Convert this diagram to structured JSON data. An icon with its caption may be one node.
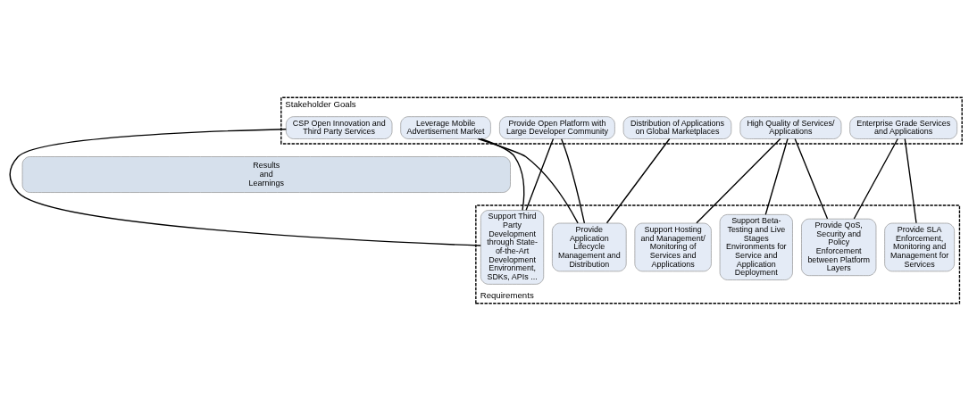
{
  "diagram": {
    "nodes": [
      {
        "text": [
          "Stakeholder Goals"
        ]
      },
      {
        "text": [
          "CSP Open Innovation and Third Party Services"
        ],
        "in": 0
      },
      {
        "text": [
          "Leverage Mobile Advertisement Market"
        ],
        "in": 0
      },
      {
        "text": [
          "Provide Open Platform with Large Developer Community"
        ],
        "in": 0
      },
      {
        "text": [
          "Distribution of Applications on Global Marketplaces"
        ],
        "in": 0
      },
      {
        "text": [
          "High Quality of Services/ Applications"
        ],
        "in": 0
      },
      {
        "text": [
          "Enterprise Grade Services and Applications"
        ],
        "in": 0
      },
      {
        "text": [
          "Results and Learnings"
        ]
      },
      {
        "text": [
          "Requirements"
        ]
      },
      {
        "text": [
          "Support Third Party Development through State-of-the-Art Development Environment, SDKs, APIs ..."
        ],
        "in": 8
      },
      {
        "text": [
          "Provide Application Lifecycle Management and Distribution"
        ],
        "in": 8
      },
      {
        "text": [
          "Support Hosting and Management/ Monitoring of Services and Applications"
        ],
        "in": 8
      },
      {
        "text": [
          "Support Beta-Testing and Live Stages Environments for Service and Application Deployment"
        ],
        "in": 8
      },
      {
        "text": [
          "Provide QoS, Security and Policy Enforcement between Platform Layers"
        ],
        "in": 8
      },
      {
        "text": [
          "Provide SLA Enforcement, Monitoring and Management for Services"
        ],
        "in": 8
      }
    ],
    "edges": [
      {
        "from": 1,
        "to": 9,
        "arrow": "none"
      },
      {
        "from": 2,
        "to": 9,
        "arrow": "none"
      },
      {
        "from": 2,
        "to": 10,
        "arrow": "none"
      },
      {
        "from": 3,
        "to": 9,
        "arrow": "none"
      },
      {
        "from": 3,
        "to": 10,
        "arrow": "none"
      },
      {
        "from": 4,
        "to": 10,
        "arrow": "none"
      },
      {
        "from": 5,
        "to": 11,
        "arrow": "none"
      },
      {
        "from": 5,
        "to": 12,
        "arrow": "none"
      },
      {
        "from": 5,
        "to": 13,
        "arrow": "none"
      },
      {
        "from": 6,
        "to": 13,
        "arrow": "none"
      },
      {
        "from": 6,
        "to": 14,
        "arrow": "none"
      }
    ]
  }
}
